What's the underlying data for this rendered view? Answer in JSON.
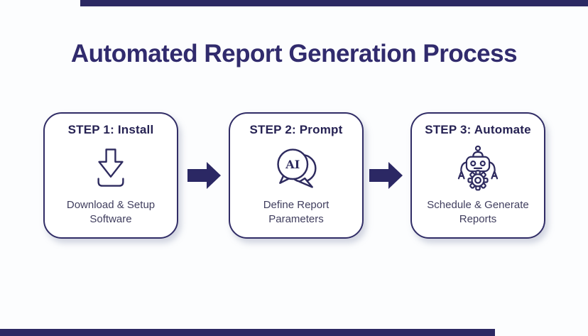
{
  "page": {
    "background_color": "#fcfdfe",
    "accent_navy": "#2d2a63",
    "top_bar_color": "#2c2963",
    "bottom_bar_color": "#2c2963"
  },
  "title": {
    "text": "Automated Report Generation Process",
    "color": "#312b6d"
  },
  "steps": [
    {
      "title": "STEP 1: Install",
      "caption": "Download & Setup\nSoftware",
      "icon": "download-icon"
    },
    {
      "title": "STEP 2: Prompt",
      "caption": "Define Report\nParameters",
      "icon": "ai-chat-bubbles-icon",
      "icon_label": "AI"
    },
    {
      "title": "STEP 3: Automate",
      "caption": "Schedule & Generate\nReports",
      "icon": "robot-gear-icon"
    }
  ],
  "connectors": {
    "arrow_color": "#2b2864",
    "count": 2
  }
}
